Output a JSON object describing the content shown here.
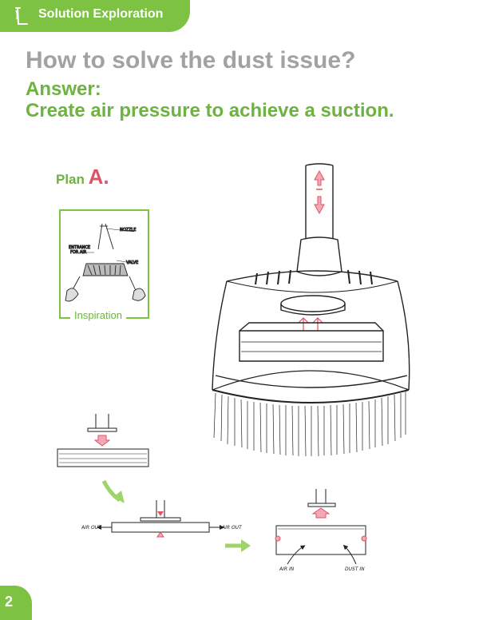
{
  "header": {
    "section": "Solution Exploration",
    "icon": "pencil-icon"
  },
  "title": "How to solve the dust issue?",
  "answer": {
    "line1": "Answer:",
    "line2": "Create air pressure to achieve a suction."
  },
  "plan": {
    "label": "Plan",
    "letter": "A."
  },
  "inspiration": {
    "caption": "Inspiration",
    "labels": {
      "nozzle": "NOZZLE",
      "entrance_line1": "ENTRANCE",
      "entrance_line2": "FOR AIR",
      "valve": "VALVE"
    }
  },
  "diagram": {
    "air_out": "AIR OUT",
    "air_in": "AIR IN",
    "dust_in": "DUST IN"
  },
  "colors": {
    "accent_green": "#7dc242",
    "title_gray": "#a2a2a2",
    "arrow_red": "#e05268"
  },
  "footer": {
    "page_number": "2"
  }
}
